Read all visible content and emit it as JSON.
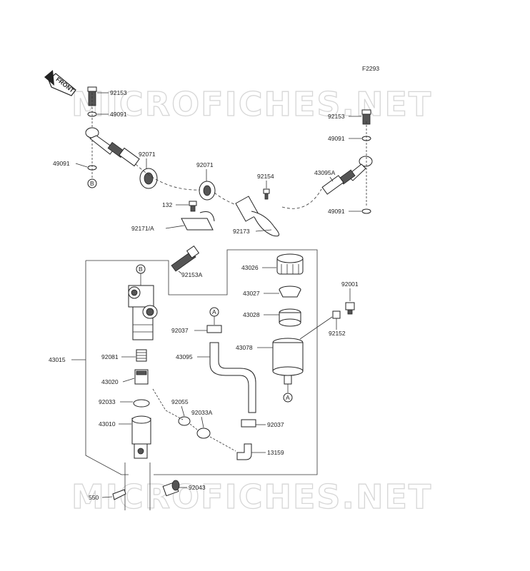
{
  "figure_code": "F2293",
  "front_label": "FRONT",
  "watermark": "MICROFICHES.NET",
  "callout_letters": {
    "a": "A",
    "b": "B"
  },
  "labels": {
    "p92153_top_left": "92153",
    "p49091_a": "49091",
    "p49091_b": "49091",
    "p92071_a": "92071",
    "p92071_b": "92071",
    "p92154": "92154",
    "p43095a": "43095A",
    "p92153_top_right": "92153",
    "p49091_c": "49091",
    "p49091_d": "49091",
    "p132": "132",
    "p92171a": "92171/A",
    "p92173": "92173",
    "p92153a": "92153A",
    "p43026": "43026",
    "p43027": "43027",
    "p43028": "43028",
    "p92001": "92001",
    "p92152": "92152",
    "p92037_a": "92037",
    "p43095": "43095",
    "p43078": "43078",
    "p43015": "43015",
    "p92081": "92081",
    "p43020": "43020",
    "p92033": "92033",
    "p92055": "92055",
    "p92033a": "92033A",
    "p92037_b": "92037",
    "p43010": "43010",
    "p13159": "13159",
    "p92043": "92043",
    "p550": "550"
  }
}
